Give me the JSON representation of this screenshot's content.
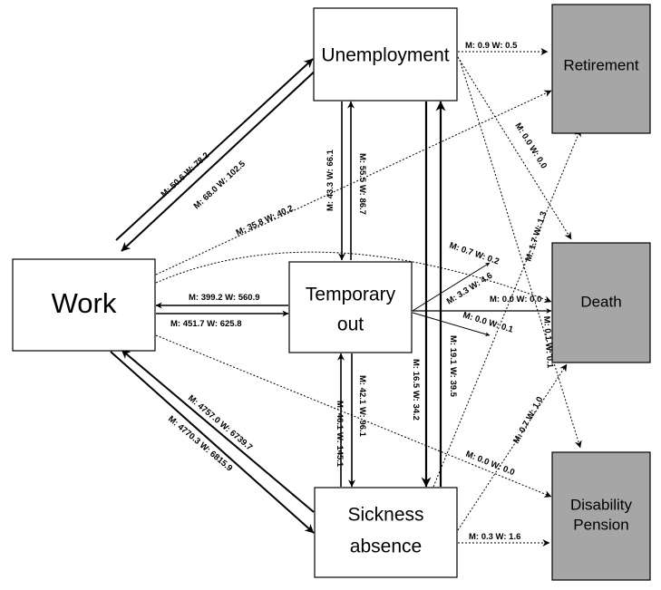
{
  "nodes": {
    "unemployment": {
      "label": "Unemployment",
      "fill": "#ffffff"
    },
    "work": {
      "label": "Work",
      "fill": "#ffffff"
    },
    "temporary_out": {
      "line1": "Temporary",
      "line2": "out",
      "fill": "#ffffff"
    },
    "sickness_absence": {
      "line1": "Sickness",
      "line2": "absence",
      "fill": "#ffffff"
    },
    "retirement": {
      "label": "Retirement",
      "fill": "#a6a6a6"
    },
    "death": {
      "label": "Death",
      "fill": "#a6a6a6"
    },
    "disability_pension": {
      "line1": "Disability",
      "line2": "Pension",
      "fill": "#a6a6a6"
    }
  },
  "edges": {
    "work_to_unemployment": "M: 50.6 W: 78.2",
    "unemployment_to_work": "M: 68.0 W: 102.5",
    "unemployment_to_temporary": "M: 43.3 W: 66.1",
    "temporary_to_unemployment": "M: 55.5 W: 86.7",
    "work_to_retirement": "M: 35.8 W: 40.2",
    "unemployment_to_retirement": "M: 0.9 W: 0.5",
    "unemployment_to_death": "M: 0.0 W: 0.0",
    "unemployment_to_disability": "M: 1.7 W: 1.3",
    "work_to_death": "M: 0.7 W: 0.2",
    "temporary_to_work": "M: 399.2 W: 560.9",
    "work_to_temporary": "M: 451.7 W: 625.8",
    "temporary_to_retirement": "M: 3.3 W: 4.6",
    "temporary_to_death": "M: 0.0 W: 0.0",
    "temporary_to_disability": "M: 0.0 W: 0.1",
    "unemployment_to_sickness": "M: 16.5 W: 34.2",
    "sickness_to_unemployment": "M: 19.1 W: 39.5",
    "sickness_to_retirement": "M: 0.1 W: 0.1",
    "sickness_to_work": "M: 4757.0 W: 6739.7",
    "work_to_sickness": "M: 4770.3 W: 6815.9",
    "sickness_to_temporary": "M: 46.1 W: 145.1",
    "temporary_to_sickness": "M: 42.1 W: 96.1",
    "work_to_disability": "M: 0.0 W: 0.0",
    "sickness_to_death": "M: 0.7 W: 1.0",
    "sickness_to_disability": "M: 0.3 W: 1.6"
  }
}
